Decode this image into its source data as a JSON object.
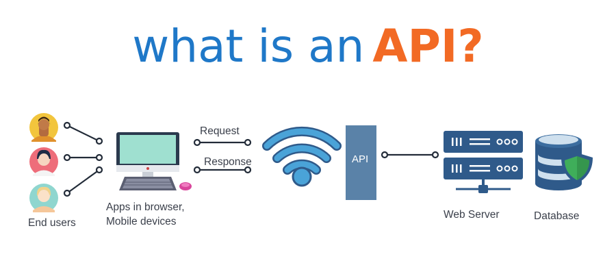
{
  "title": {
    "prefix": "what is an",
    "highlight": "API?"
  },
  "labels": {
    "end_users": "End users",
    "apps_line1": "Apps in browser,",
    "apps_line2": "Mobile devices",
    "request": "Request",
    "response": "Response",
    "api": "API",
    "web_server": "Web Server",
    "database": "Database"
  },
  "colors": {
    "title_blue": "#1f78c8",
    "title_orange": "#f26a24",
    "api_bar": "#5a82a8",
    "server": "#2f5a8a",
    "wifi": "#4aa3d8",
    "shield": "#3fae5a",
    "line": "#222b38"
  },
  "icons": [
    "user-avatar-icon",
    "desktop-computer-icon",
    "wifi-icon",
    "server-icon",
    "database-icon",
    "shield-icon"
  ]
}
